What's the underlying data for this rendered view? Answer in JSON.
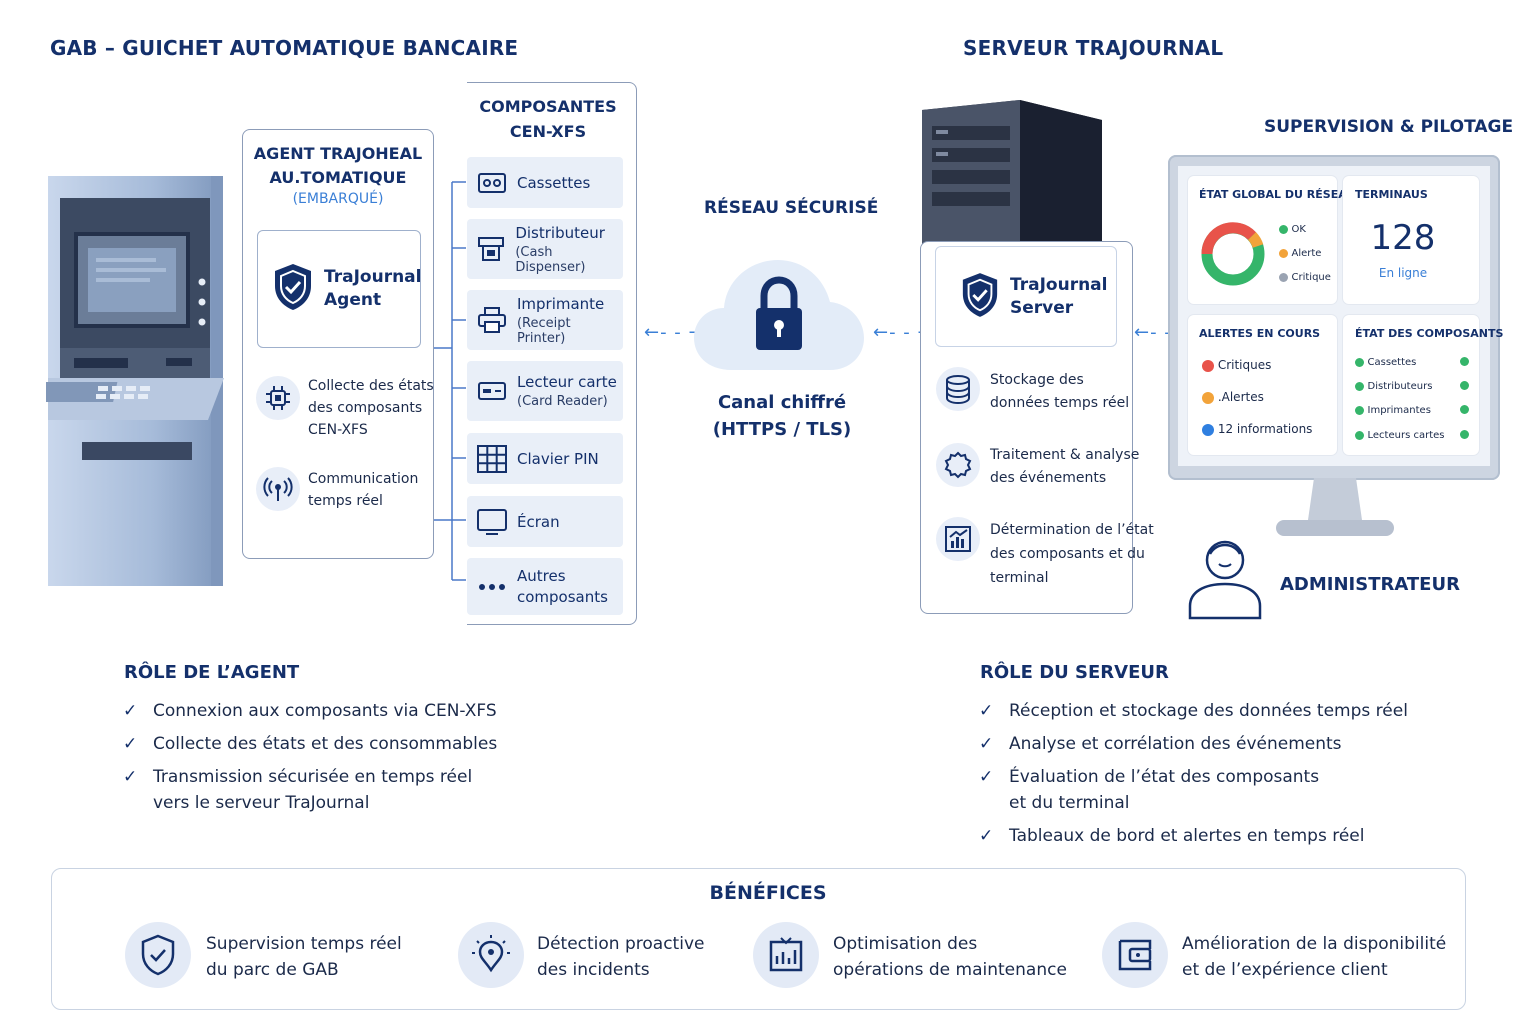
{
  "left": {
    "title": "GAB – GUICHET AUTOMATIQUE BANCAIRE",
    "agent": {
      "title_line1": "AGENT TRAJOHEAL",
      "title_line2": "AU.TOMATIQUE",
      "subtitle": "(EMBARQUÉ)",
      "brand_line1": "TraJournal",
      "brand_line2": "Agent",
      "features": [
        {
          "line1": "Collecte des états",
          "line2": "des composants",
          "line3": "CEN-XFS"
        },
        {
          "line1": "Communication",
          "line2": "temps réel"
        }
      ]
    },
    "components": {
      "title_line1": "COMPOSANTES",
      "title_line2": "CEN-XFS",
      "items": [
        {
          "name": "Cassettes",
          "sub": ""
        },
        {
          "name": "Distributeur",
          "sub": "(Cash Dispenser)"
        },
        {
          "name": "Imprimante",
          "sub": "(Receipt Printer)"
        },
        {
          "name": "Lecteur carte",
          "sub": "(Card Reader)"
        },
        {
          "name": "Clavier PIN",
          "sub": ""
        },
        {
          "name": "Écran",
          "sub": ""
        },
        {
          "name": "Autres",
          "sub": "composants"
        }
      ]
    }
  },
  "network": {
    "title": "RÉSEAU SÉCURISÉ",
    "channel_line1": "Canal chiffré",
    "channel_line2": "(HTTPS / TLS)",
    "arrow": "←- - →"
  },
  "server": {
    "title": "SERVEUR TRAJOURNAL",
    "brand_line1": "TraJournal",
    "brand_line2": "Server",
    "features": [
      {
        "line1": "Stockage des",
        "line2": "données temps réel"
      },
      {
        "line1": "Traitement & analyse",
        "line2": "des événements"
      },
      {
        "line1": "Détermination de l’état",
        "line2": "des composants et du",
        "line3": "terminal"
      }
    ]
  },
  "supervision": {
    "title": "SUPERVISION & PILOTAGE",
    "global": {
      "title": "ÉTAT GLOBAL DU RÉSEAU",
      "legend": [
        "OK",
        "Alerte",
        "Critique"
      ]
    },
    "terminals": {
      "title": "TERMINAUS",
      "count": "128",
      "status": "En ligne"
    },
    "alerts": {
      "title": "ALERTES EN COURS",
      "items": [
        "Critiques",
        ".Alertes",
        "12 informations"
      ]
    },
    "components": {
      "title": "ÉTAT DES COMPOSANTS",
      "items": [
        "Cassettes",
        "Distributeurs",
        "Imprimantes",
        "Lecteurs cartes"
      ]
    },
    "admin": "ADMINISTRATEUR"
  },
  "role_agent": {
    "title": "RÔLE DE L’AGENT",
    "items": [
      {
        "line1": "Connexion aux composants via CEN-XFS",
        "line2": ""
      },
      {
        "line1": "Collecte des états et des consommables",
        "line2": ""
      },
      {
        "line1": "Transmission sécurisée en temps réel",
        "line2": "vers le serveur TraJournal"
      }
    ]
  },
  "role_server": {
    "title": "RÔLE DU SERVEUR",
    "items": [
      {
        "line1": "Réception et stockage des données temps réel",
        "line2": ""
      },
      {
        "line1": "Analyse et corrélation des événements",
        "line2": ""
      },
      {
        "line1": "Évaluation de l’état des composants",
        "line2": "et du terminal"
      },
      {
        "line1": "Tableaux de bord et alertes en temps réel",
        "line2": ""
      }
    ]
  },
  "benefits": {
    "title": "BÉNÉFICES",
    "items": [
      {
        "line1": "Supervision temps réel",
        "line2": "du parc de GAB"
      },
      {
        "line1": "Détection proactive",
        "line2": "des incidents"
      },
      {
        "line1": "Optimisation des",
        "line2": "opérations de maintenance"
      },
      {
        "line1": "Amélioration de la disponibilité",
        "line2": "et de l’expérience client"
      }
    ]
  },
  "colors": {
    "navy": "#14306b",
    "accent": "#3a7fd6",
    "ok": "#35b56a",
    "alert": "#f2a33a",
    "critical": "#e8534a",
    "info": "#2f7fe0"
  },
  "icons": [
    "shield-check-icon",
    "chip-icon",
    "antenna-icon",
    "cassette-icon",
    "dispenser-icon",
    "printer-icon",
    "card-reader-icon",
    "keypad-icon",
    "screen-icon",
    "more-icon",
    "cloud-lock-icon",
    "database-icon",
    "gear-icon",
    "analytics-icon",
    "admin-person-icon",
    "check-icon",
    "bulb-icon",
    "maintenance-icon",
    "availability-icon"
  ]
}
